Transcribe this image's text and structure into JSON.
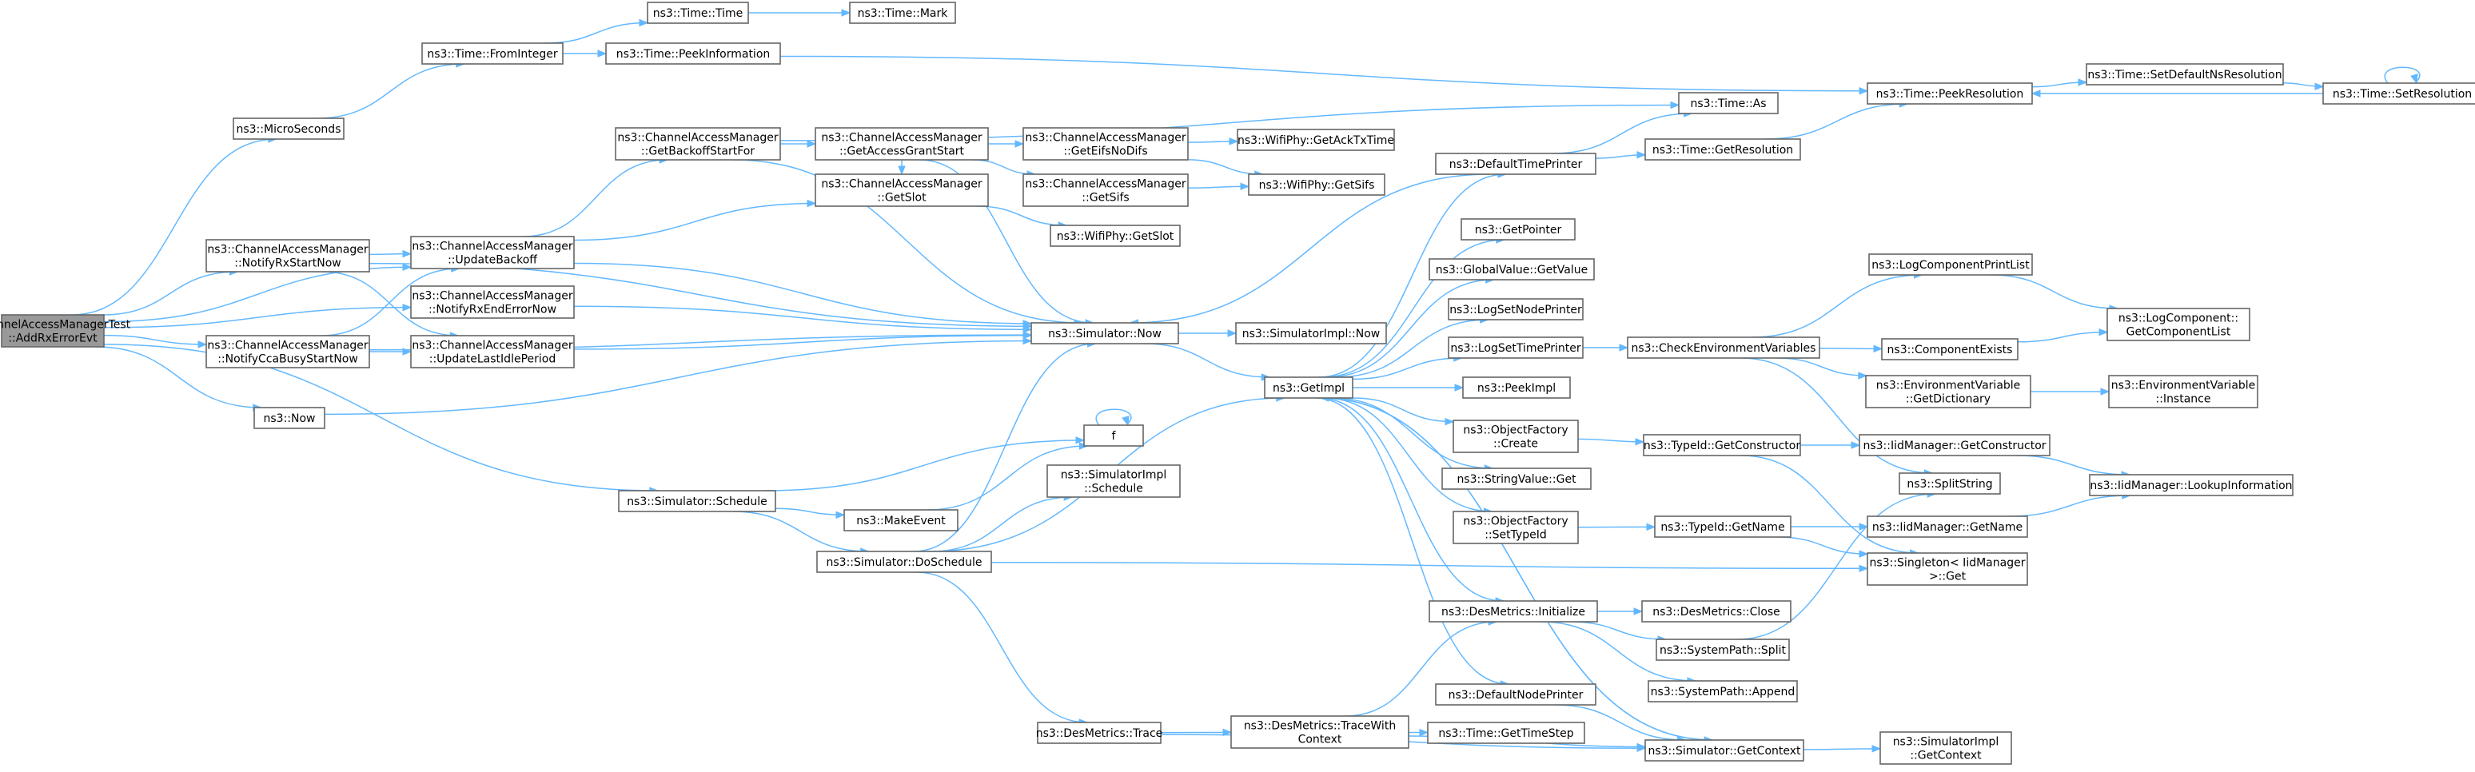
{
  "nodes": [
    {
      "id": "root",
      "lines": [
        "ChannelAccessManagerTest",
        "::AddRxErrorEvt"
      ],
      "root": true
    },
    {
      "id": "MicroSeconds",
      "lines": [
        "ns3::MicroSeconds"
      ]
    },
    {
      "id": "FromInteger",
      "lines": [
        "ns3::Time::FromInteger"
      ]
    },
    {
      "id": "TimeTime",
      "lines": [
        "ns3::Time::Time"
      ]
    },
    {
      "id": "TimeMark",
      "lines": [
        "ns3::Time::Mark"
      ]
    },
    {
      "id": "PeekInformation",
      "lines": [
        "ns3::Time::PeekInformation"
      ]
    },
    {
      "id": "PeekResolution",
      "lines": [
        "ns3::Time::PeekResolution"
      ]
    },
    {
      "id": "SetDefaultNsResolution",
      "lines": [
        "ns3::Time::SetDefaultNsResolution"
      ]
    },
    {
      "id": "SetResolution",
      "lines": [
        "ns3::Time::SetResolution"
      ]
    },
    {
      "id": "TimeAs",
      "lines": [
        "ns3::Time::As"
      ]
    },
    {
      "id": "GetResolution",
      "lines": [
        "ns3::Time::GetResolution"
      ]
    },
    {
      "id": "NotifyRxStartNow",
      "lines": [
        "ns3::ChannelAccessManager",
        "::NotifyRxStartNow"
      ]
    },
    {
      "id": "UpdateBackoff",
      "lines": [
        "ns3::ChannelAccessManager",
        "::UpdateBackoff"
      ]
    },
    {
      "id": "GetBackoffStartFor",
      "lines": [
        "ns3::ChannelAccessManager",
        "::GetBackoffStartFor"
      ]
    },
    {
      "id": "GetAccessGrantStart",
      "lines": [
        "ns3::ChannelAccessManager",
        "::GetAccessGrantStart"
      ]
    },
    {
      "id": "GetEifsNoDifs",
      "lines": [
        "ns3::ChannelAccessManager",
        "::GetEifsNoDifs"
      ]
    },
    {
      "id": "GetAckTxTime",
      "lines": [
        "ns3::WifiPhy::GetAckTxTime"
      ]
    },
    {
      "id": "CAMGetSifs",
      "lines": [
        "ns3::ChannelAccessManager",
        "::GetSifs"
      ]
    },
    {
      "id": "WifiGetSifs",
      "lines": [
        "ns3::WifiPhy::GetSifs"
      ]
    },
    {
      "id": "CAMGetSlot",
      "lines": [
        "ns3::ChannelAccessManager",
        "::GetSlot"
      ]
    },
    {
      "id": "WifiGetSlot",
      "lines": [
        "ns3::WifiPhy::GetSlot"
      ]
    },
    {
      "id": "NotifyRxEndErrorNow",
      "lines": [
        "ns3::ChannelAccessManager",
        "::NotifyRxEndErrorNow"
      ]
    },
    {
      "id": "NotifyCcaBusyStartNow",
      "lines": [
        "ns3::ChannelAccessManager",
        "::NotifyCcaBusyStartNow"
      ]
    },
    {
      "id": "UpdateLastIdlePeriod",
      "lines": [
        "ns3::ChannelAccessManager",
        "::UpdateLastIdlePeriod"
      ]
    },
    {
      "id": "SimNow",
      "lines": [
        "ns3::Simulator::Now"
      ]
    },
    {
      "id": "SimImplNow",
      "lines": [
        "ns3::SimulatorImpl::Now"
      ]
    },
    {
      "id": "Now",
      "lines": [
        "ns3::Now"
      ]
    },
    {
      "id": "GetImpl",
      "lines": [
        "ns3::GetImpl"
      ]
    },
    {
      "id": "DefaultTimePrinter",
      "lines": [
        "ns3::DefaultTimePrinter"
      ]
    },
    {
      "id": "GetPointer",
      "lines": [
        "ns3::GetPointer"
      ]
    },
    {
      "id": "GlobalValueGetValue",
      "lines": [
        "ns3::GlobalValue::GetValue"
      ]
    },
    {
      "id": "LogSetNodePrinter",
      "lines": [
        "ns3::LogSetNodePrinter"
      ]
    },
    {
      "id": "LogSetTimePrinter",
      "lines": [
        "ns3::LogSetTimePrinter"
      ]
    },
    {
      "id": "PeekImpl",
      "lines": [
        "ns3::PeekImpl"
      ]
    },
    {
      "id": "OFCreate",
      "lines": [
        "ns3::ObjectFactory",
        "::Create"
      ]
    },
    {
      "id": "StringValueGet",
      "lines": [
        "ns3::StringValue::Get"
      ]
    },
    {
      "id": "OFSetTypeId",
      "lines": [
        "ns3::ObjectFactory",
        "::SetTypeId"
      ]
    },
    {
      "id": "CheckEnv",
      "lines": [
        "ns3::CheckEnvironmentVariables"
      ]
    },
    {
      "id": "LogComponentPrintList",
      "lines": [
        "ns3::LogComponentPrintList"
      ]
    },
    {
      "id": "ComponentExists",
      "lines": [
        "ns3::ComponentExists"
      ]
    },
    {
      "id": "GetComponentList",
      "lines": [
        "ns3::LogComponent::",
        "GetComponentList"
      ]
    },
    {
      "id": "EnvGetDictionary",
      "lines": [
        "ns3::EnvironmentVariable",
        "::GetDictionary"
      ]
    },
    {
      "id": "EnvInstance",
      "lines": [
        "ns3::EnvironmentVariable",
        "::Instance"
      ]
    },
    {
      "id": "TypeIdGetConstructor",
      "lines": [
        "ns3::TypeId::GetConstructor"
      ]
    },
    {
      "id": "IidGetConstructor",
      "lines": [
        "ns3::IidManager::GetConstructor"
      ]
    },
    {
      "id": "SplitString",
      "lines": [
        "ns3::SplitString"
      ]
    },
    {
      "id": "LookupInformation",
      "lines": [
        "ns3::IidManager::LookupInformation"
      ]
    },
    {
      "id": "TypeIdGetName",
      "lines": [
        "ns3::TypeId::GetName"
      ]
    },
    {
      "id": "IidGetName",
      "lines": [
        "ns3::IidManager::GetName"
      ]
    },
    {
      "id": "SingletonGet",
      "lines": [
        "ns3::Singleton< IidManager",
        " >::Get"
      ]
    },
    {
      "id": "SimSchedule",
      "lines": [
        "ns3::Simulator::Schedule"
      ]
    },
    {
      "id": "f",
      "lines": [
        "f"
      ]
    },
    {
      "id": "MakeEvent",
      "lines": [
        "ns3::MakeEvent"
      ]
    },
    {
      "id": "SimImplSchedule",
      "lines": [
        "ns3::SimulatorImpl",
        "::Schedule"
      ]
    },
    {
      "id": "DoSchedule",
      "lines": [
        "ns3::Simulator::DoSchedule"
      ]
    },
    {
      "id": "DesInitialize",
      "lines": [
        "ns3::DesMetrics::Initialize"
      ]
    },
    {
      "id": "DesClose",
      "lines": [
        "ns3::DesMetrics::Close"
      ]
    },
    {
      "id": "SystemPathSplit",
      "lines": [
        "ns3::SystemPath::Split"
      ]
    },
    {
      "id": "SystemPathAppend",
      "lines": [
        "ns3::SystemPath::Append"
      ]
    },
    {
      "id": "DefaultNodePrinter",
      "lines": [
        "ns3::DefaultNodePrinter"
      ]
    },
    {
      "id": "DesTrace",
      "lines": [
        "ns3::DesMetrics::Trace"
      ]
    },
    {
      "id": "DesTraceWithContext",
      "lines": [
        "ns3::DesMetrics::TraceWith",
        "Context"
      ]
    },
    {
      "id": "GetTimeStep",
      "lines": [
        "ns3::Time::GetTimeStep"
      ]
    },
    {
      "id": "SimGetContext",
      "lines": [
        "ns3::Simulator::GetContext"
      ]
    },
    {
      "id": "SimImplGetContext",
      "lines": [
        "ns3::SimulatorImpl",
        "::GetContext"
      ]
    }
  ],
  "edges": [
    [
      "root",
      "MicroSeconds"
    ],
    [
      "root",
      "NotifyRxStartNow"
    ],
    [
      "root",
      "UpdateBackoff"
    ],
    [
      "root",
      "NotifyRxEndErrorNow"
    ],
    [
      "root",
      "NotifyCcaBusyStartNow"
    ],
    [
      "root",
      "Now"
    ],
    [
      "root",
      "SimSchedule"
    ],
    [
      "MicroSeconds",
      "FromInteger"
    ],
    [
      "FromInteger",
      "TimeTime"
    ],
    [
      "FromInteger",
      "PeekInformation"
    ],
    [
      "TimeTime",
      "TimeMark"
    ],
    [
      "PeekInformation",
      "PeekResolution"
    ],
    [
      "PeekResolution",
      "SetDefaultNsResolution"
    ],
    [
      "SetDefaultNsResolution",
      "SetResolution"
    ],
    [
      "SetResolution",
      "PeekResolution"
    ],
    [
      "SetResolution",
      "SetResolution"
    ],
    [
      "NotifyRxStartNow",
      "UpdateBackoff"
    ],
    [
      "NotifyRxStartNow",
      "UpdateLastIdlePeriod"
    ],
    [
      "NotifyRxStartNow",
      "SimNow"
    ],
    [
      "NotifyCcaBusyStartNow",
      "UpdateBackoff"
    ],
    [
      "NotifyCcaBusyStartNow",
      "UpdateLastIdlePeriod"
    ],
    [
      "NotifyCcaBusyStartNow",
      "SimNow"
    ],
    [
      "NotifyRxEndErrorNow",
      "SimNow"
    ],
    [
      "UpdateLastIdlePeriod",
      "SimNow"
    ],
    [
      "UpdateBackoff",
      "GetBackoffStartFor"
    ],
    [
      "UpdateBackoff",
      "CAMGetSlot"
    ],
    [
      "UpdateBackoff",
      "SimNow"
    ],
    [
      "GetBackoffStartFor",
      "GetAccessGrantStart"
    ],
    [
      "GetBackoffStartFor",
      "TimeAs"
    ],
    [
      "GetBackoffStartFor",
      "SimNow"
    ],
    [
      "GetAccessGrantStart",
      "GetEifsNoDifs"
    ],
    [
      "GetAccessGrantStart",
      "CAMGetSifs"
    ],
    [
      "GetAccessGrantStart",
      "CAMGetSlot"
    ],
    [
      "GetAccessGrantStart",
      "SimNow"
    ],
    [
      "GetEifsNoDifs",
      "GetAckTxTime"
    ],
    [
      "GetEifsNoDifs",
      "WifiGetSifs"
    ],
    [
      "CAMGetSifs",
      "WifiGetSifs"
    ],
    [
      "CAMGetSlot",
      "WifiGetSlot"
    ],
    [
      "Now",
      "SimNow"
    ],
    [
      "SimNow",
      "SimImplNow"
    ],
    [
      "SimNow",
      "GetImpl"
    ],
    [
      "GetImpl",
      "DefaultTimePrinter"
    ],
    [
      "GetImpl",
      "GetPointer"
    ],
    [
      "GetImpl",
      "GlobalValueGetValue"
    ],
    [
      "GetImpl",
      "LogSetNodePrinter"
    ],
    [
      "GetImpl",
      "LogSetTimePrinter"
    ],
    [
      "GetImpl",
      "PeekImpl"
    ],
    [
      "GetImpl",
      "OFCreate"
    ],
    [
      "GetImpl",
      "StringValueGet"
    ],
    [
      "GetImpl",
      "OFSetTypeId"
    ],
    [
      "GetImpl",
      "DesInitialize"
    ],
    [
      "GetImpl",
      "DefaultNodePrinter"
    ],
    [
      "GetImpl",
      "SimGetContext"
    ],
    [
      "DefaultTimePrinter",
      "TimeAs"
    ],
    [
      "DefaultTimePrinter",
      "GetResolution"
    ],
    [
      "DefaultTimePrinter",
      "SimNow"
    ],
    [
      "GetResolution",
      "PeekResolution"
    ],
    [
      "LogSetTimePrinter",
      "CheckEnv"
    ],
    [
      "CheckEnv",
      "LogComponentPrintList"
    ],
    [
      "CheckEnv",
      "ComponentExists"
    ],
    [
      "CheckEnv",
      "EnvGetDictionary"
    ],
    [
      "CheckEnv",
      "SplitString"
    ],
    [
      "LogComponentPrintList",
      "GetComponentList"
    ],
    [
      "ComponentExists",
      "GetComponentList"
    ],
    [
      "EnvGetDictionary",
      "EnvInstance"
    ],
    [
      "OFCreate",
      "TypeIdGetConstructor"
    ],
    [
      "TypeIdGetConstructor",
      "IidGetConstructor"
    ],
    [
      "TypeIdGetConstructor",
      "SingletonGet"
    ],
    [
      "IidGetConstructor",
      "LookupInformation"
    ],
    [
      "OFSetTypeId",
      "TypeIdGetName"
    ],
    [
      "TypeIdGetName",
      "IidGetName"
    ],
    [
      "TypeIdGetName",
      "SingletonGet"
    ],
    [
      "IidGetName",
      "LookupInformation"
    ],
    [
      "SimSchedule",
      "f"
    ],
    [
      "SimSchedule",
      "MakeEvent"
    ],
    [
      "SimSchedule",
      "DoSchedule"
    ],
    [
      "MakeEvent",
      "f"
    ],
    [
      "f",
      "f"
    ],
    [
      "DoSchedule",
      "SimImplSchedule"
    ],
    [
      "DoSchedule",
      "SimNow"
    ],
    [
      "DoSchedule",
      "GetImpl"
    ],
    [
      "DoSchedule",
      "SingletonGet"
    ],
    [
      "DoSchedule",
      "DesTrace"
    ],
    [
      "DesInitialize",
      "DesClose"
    ],
    [
      "DesInitialize",
      "SystemPathSplit"
    ],
    [
      "DesInitialize",
      "SystemPathAppend"
    ],
    [
      "SystemPathSplit",
      "SplitString"
    ],
    [
      "DefaultNodePrinter",
      "SimGetContext"
    ],
    [
      "DesTrace",
      "DesTraceWithContext"
    ],
    [
      "DesTrace",
      "SimGetContext"
    ],
    [
      "DesTraceWithContext",
      "DesInitialize"
    ],
    [
      "DesTraceWithContext",
      "GetTimeStep"
    ],
    [
      "DesTraceWithContext",
      "SimGetContext"
    ],
    [
      "SimGetContext",
      "SimImplGetContext"
    ],
    [
      "SimGetContext",
      "GetImpl"
    ]
  ]
}
